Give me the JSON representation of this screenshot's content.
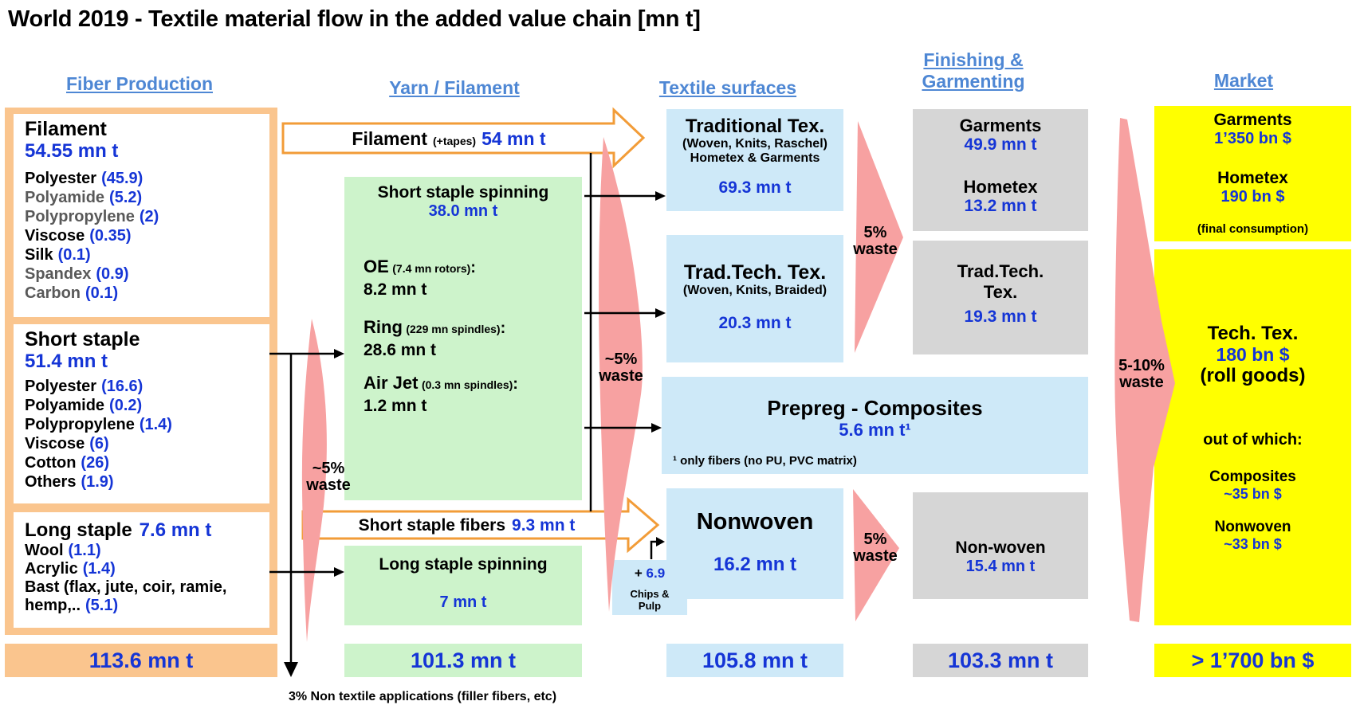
{
  "title": "World 2019 - Textile material flow in the added value chain [mn t]",
  "ui": {
    "colon": ":"
  },
  "colors": {
    "header_blue": "#4E87D4",
    "value_blue": "#1535D6",
    "orange": "#FAC58E",
    "orange_arrow_border": "#F29C38",
    "green": "#CDF3CB",
    "light_blue": "#CEE9F8",
    "gray_box": "#D6D6D6",
    "yellow": "#FFFF00",
    "waste_pink": "#F7A1A1",
    "muted_text": "#595959"
  },
  "fiber_production": {
    "header": "Fiber Production",
    "filament": {
      "title": "Filament",
      "value": "54.55 mn t",
      "items": [
        {
          "label": "Polyester",
          "value": "(45.9)"
        },
        {
          "label": "Polyamide",
          "value": "(5.2)"
        },
        {
          "label": "Polypropylene",
          "value": "(2)"
        },
        {
          "label": "Viscose",
          "value": "(0.35)"
        },
        {
          "label": "Silk",
          "value": "(0.1)"
        },
        {
          "label": "Spandex",
          "value": "(0.9)"
        },
        {
          "label": "Carbon",
          "value": "(0.1)"
        }
      ]
    },
    "short_staple": {
      "title": "Short staple",
      "value": "51.4 mn t",
      "items": [
        {
          "label": "Polyester",
          "value": "(16.6)"
        },
        {
          "label": "Polyamide",
          "value": "(0.2)"
        },
        {
          "label": "Polypropylene",
          "value": "(1.4)"
        },
        {
          "label": "Viscose",
          "value": "(6)"
        },
        {
          "label": "Cotton",
          "value": "(26)"
        },
        {
          "label": "Others",
          "value": "(1.9)"
        }
      ]
    },
    "long_staple": {
      "title": "Long staple",
      "value": "7.6 mn t",
      "items": [
        {
          "label": "Wool",
          "value": "(1.1)"
        },
        {
          "label": "Acrylic",
          "value": "(1.4)"
        },
        {
          "label": "Bast (flax, jute, coir, ramie, hemp,..",
          "value": "(5.1)"
        }
      ]
    },
    "total": "113.6 mn t",
    "note": "3% Non textile applications (filler fibers, etc)"
  },
  "yarn_filament": {
    "header": "Yarn / Filament",
    "filament_arrow": {
      "label": "Filament",
      "detail": "(+tapes)",
      "value": "54 mn t"
    },
    "short_staple_spinning": {
      "title": "Short staple spinning",
      "value": "38.0 mn t",
      "processes": [
        {
          "name": "OE",
          "detail": "(7.4 mn rotors)",
          "value": "8.2 mn t"
        },
        {
          "name": "Ring",
          "detail": "(229 mn spindles)",
          "value": "28.6 mn t"
        },
        {
          "name": "Air Jet",
          "detail": "(0.3 mn spindles)",
          "value": "1.2 mn t"
        }
      ]
    },
    "short_staple_fibers_arrow": {
      "label": "Short staple fibers",
      "value": "9.3 mn t"
    },
    "long_staple_spinning": {
      "title": "Long staple spinning",
      "value": "7 mn t"
    },
    "total": "101.3 mn t"
  },
  "textile_surfaces": {
    "header": "Textile surfaces",
    "traditional": {
      "title": "Traditional Tex.",
      "subtitle1": "(Woven, Knits, Raschel)",
      "subtitle2": "Hometex & Garments",
      "value": "69.3 mn t"
    },
    "trad_tech": {
      "title": "Trad.Tech. Tex.",
      "subtitle": "(Woven, Knits, Braided)",
      "value": "20.3 mn t"
    },
    "prepreg": {
      "title": "Prepreg - Composites",
      "value": "5.6 mn t¹",
      "footnote": "¹ only fibers (no PU, PVC matrix)"
    },
    "nonwoven": {
      "title": "Nonwoven",
      "value": "16.2 mn t"
    },
    "chips_pulp": {
      "plus": "+",
      "value": "6.9",
      "label_line1": "Chips &",
      "label_line2": "Pulp"
    },
    "total": "105.8 mn t"
  },
  "finishing_garmenting": {
    "header_line1": "Finishing &",
    "header_line2": "Garmenting",
    "garments_hometex": {
      "label1": "Garments",
      "value1": "49.9 mn t",
      "label2": "Hometex",
      "value2": "13.2 mn t"
    },
    "trad_tech": {
      "title_line1": "Trad.Tech.",
      "title_line2": "Tex.",
      "value": "19.3 mn t"
    },
    "nonwoven": {
      "label": "Non-woven",
      "value": "15.4 mn t"
    },
    "total": "103.3 mn t"
  },
  "market": {
    "header": "Market",
    "consumer": {
      "label1": "Garments",
      "value1": "1’350 bn $",
      "label2": "Hometex",
      "value2": "190 bn $",
      "note": "(final consumption)"
    },
    "tech_tex": {
      "title": "Tech. Tex.",
      "value": "180 bn $",
      "subtitle": "(roll goods)",
      "heading": "out of which:",
      "item1_label": "Composites",
      "item1_value": "~35 bn $",
      "item2_label": "Nonwoven",
      "item2_value": "~33 bn $"
    },
    "total": "> 1’700 bn $"
  },
  "waste": {
    "fiber_to_yarn": {
      "pct": "~5%",
      "word": "waste"
    },
    "yarn_to_surfaces": {
      "pct": "~5%",
      "word": "waste"
    },
    "surfaces_to_finishing_top": {
      "pct": "5%",
      "word": "waste"
    },
    "surfaces_to_finishing_bottom": {
      "pct": "5%",
      "word": "waste"
    },
    "finishing_to_market": {
      "pct": "5-10%",
      "word": "waste"
    }
  }
}
